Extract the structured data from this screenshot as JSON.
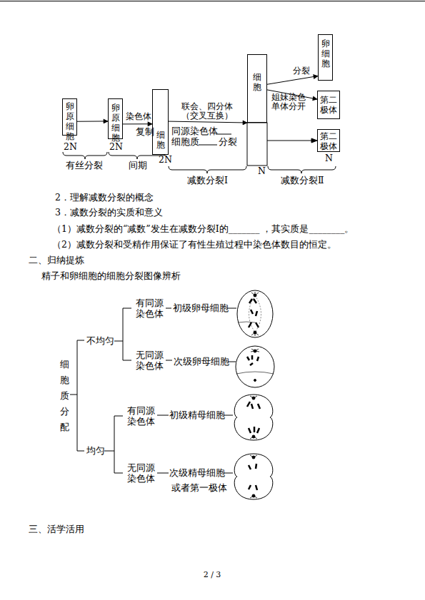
{
  "diagram": {
    "nodes": [
      {
        "text": [
          "卵原细胞"
        ]
      },
      {
        "text": [
          "卵原细胞"
        ]
      },
      {
        "text": [
          "细胞"
        ]
      },
      {
        "text": [
          "细胞"
        ]
      },
      {
        "text": [
          "卵细胞"
        ]
      },
      {
        "text": [
          "第二极体"
        ]
      },
      {
        "text": [
          "第二极体"
        ]
      }
    ],
    "edges": [
      {
        "from": 0,
        "to": 1,
        "arrow": "to"
      },
      {
        "from": 1,
        "to": 2,
        "arrow": "to",
        "label": "染色体"
      },
      {
        "from": 2,
        "to": 3,
        "arrow": "to",
        "label": "联会、四分体（交叉互换）"
      },
      {
        "from": 3,
        "to": 4,
        "arrow": "to",
        "label": "分裂"
      },
      {
        "from": 3,
        "to": 5,
        "arrow": "to",
        "label": "姐妹染色单体分开"
      }
    ],
    "labels": [
      "2N",
      "2N",
      "复制",
      "2N",
      "同源染色体",
      "细胞质",
      "分裂",
      "N",
      "N",
      "有丝分裂",
      "间期",
      "减数分裂Ⅰ",
      "减数分裂Ⅱ",
      "2．理解减数分裂的概念",
      "3．减数分裂的实质和意义",
      "（1）减数分裂的“减数”发生在减数分裂Ⅰ的_______ ，其实质是________。",
      "（2）减数分裂和受精作用保证了有性生殖过程中染色体数目的恒定。",
      "二、归纳提炼",
      "精子和卵细胞的细胞分裂图像辨析",
      "细胞质分配",
      "不均匀",
      "有同源染色体",
      "初级卵母细胞",
      "无同源染色体",
      "次级卵母细胞",
      "均匀",
      "有同源染色体",
      "初级精母细胞",
      "无同源染色体",
      "次级精母细胞",
      "或者第一极体",
      "三、活学活用",
      "2 / 3"
    ]
  }
}
